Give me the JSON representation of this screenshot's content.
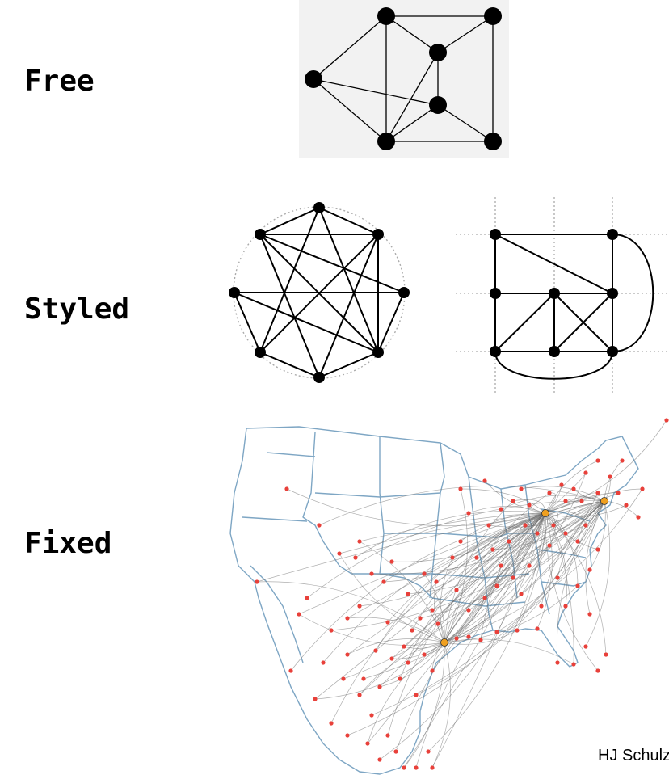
{
  "labels": {
    "free": "Free",
    "styled": "Styled",
    "fixed": "Fixed"
  },
  "credit": "HJ Schulz",
  "colors": {
    "node": "#000000",
    "map_outline": "#7ea6c4",
    "flight_path": "#6b6b6b",
    "airport": "#e8403a",
    "hub": "#f0a020",
    "grid_guide": "#aaaaaa"
  }
}
